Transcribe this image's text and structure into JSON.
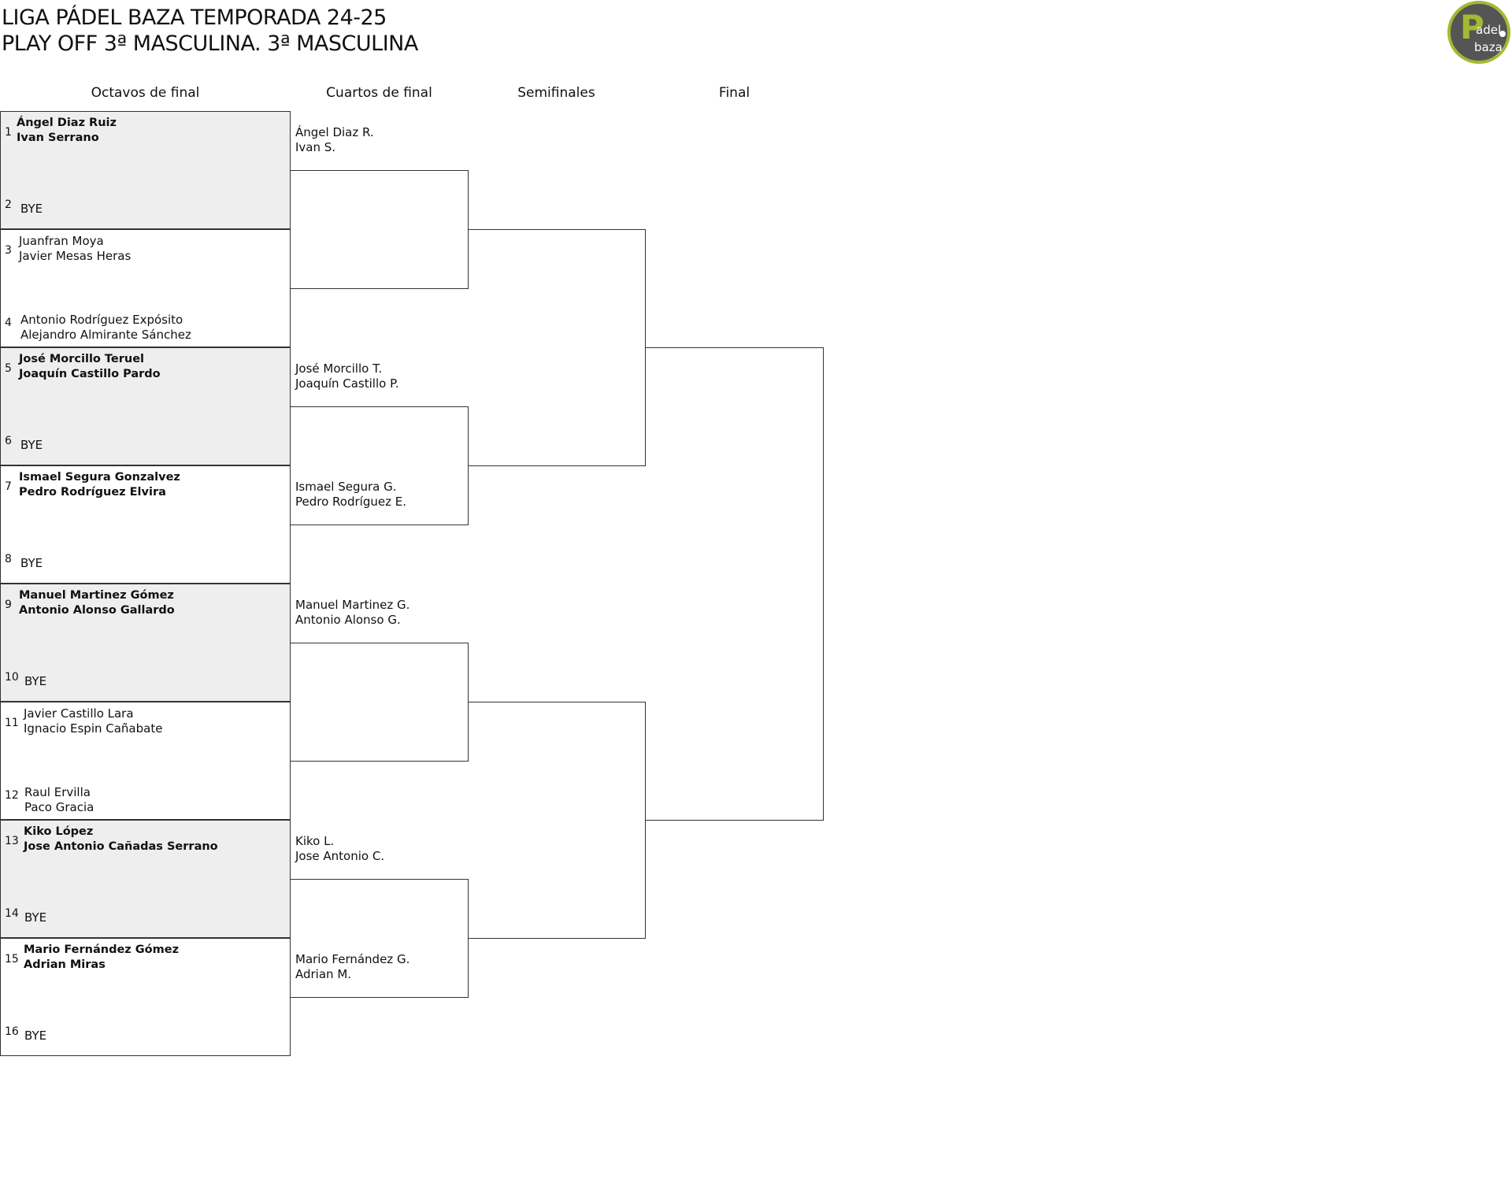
{
  "title": {
    "line1": "LIGA PÁDEL BAZA TEMPORADA 24-25",
    "line2": "PLAY OFF 3ª MASCULINA. 3ª MASCULINA"
  },
  "logo": {
    "text": "Padel baza",
    "colors": {
      "ring": "#a5b832",
      "fill": "#555555"
    }
  },
  "rounds": {
    "r16": "Octavos de final",
    "qf": "Cuartos de final",
    "sf": "Semifinales",
    "final": "Final"
  },
  "r16": [
    {
      "top_seed": "1",
      "top": [
        "Ángel Diaz Ruiz",
        "Ivan Serrano"
      ],
      "bottom_seed": "2",
      "bottom": [
        "BYE"
      ],
      "shaded": true,
      "bold": true
    },
    {
      "top_seed": "3",
      "top": [
        "Juanfran Moya",
        "Javier Mesas Heras"
      ],
      "bottom_seed": "4",
      "bottom": [
        "Antonio Rodríguez Expósito",
        "Alejandro Almirante Sánchez"
      ],
      "shaded": false,
      "bold": false
    },
    {
      "top_seed": "5",
      "top": [
        "José Morcillo Teruel",
        "Joaquín Castillo Pardo"
      ],
      "bottom_seed": "6",
      "bottom": [
        "BYE"
      ],
      "shaded": true,
      "bold": true
    },
    {
      "top_seed": "7",
      "top": [
        "Ismael Segura Gonzalvez",
        "Pedro Rodríguez Elvira"
      ],
      "bottom_seed": "8",
      "bottom": [
        "BYE"
      ],
      "shaded": false,
      "bold": true
    },
    {
      "top_seed": "9",
      "top": [
        "Manuel Martinez Gómez",
        "Antonio Alonso Gallardo"
      ],
      "bottom_seed": "10",
      "bottom": [
        "BYE"
      ],
      "shaded": true,
      "bold": true
    },
    {
      "top_seed": "11",
      "top": [
        "Javier Castillo Lara",
        "Ignacio Espin Cañabate"
      ],
      "bottom_seed": "12",
      "bottom": [
        "Raul Ervilla",
        "Paco Gracia"
      ],
      "shaded": false,
      "bold": false
    },
    {
      "top_seed": "13",
      "top": [
        "Kiko López",
        "Jose Antonio Cañadas Serrano"
      ],
      "bottom_seed": "14",
      "bottom": [
        "BYE"
      ],
      "shaded": true,
      "bold": true
    },
    {
      "top_seed": "15",
      "top": [
        "Mario Fernández Gómez",
        "Adrian Miras"
      ],
      "bottom_seed": "16",
      "bottom": [
        "BYE"
      ],
      "shaded": false,
      "bold": true
    }
  ],
  "qf": [
    [
      "Ángel Diaz R.",
      "Ivan S."
    ],
    [],
    [
      "José Morcillo T.",
      "Joaquín Castillo P."
    ],
    [
      "Ismael Segura G.",
      "Pedro Rodríguez E."
    ],
    [
      "Manuel Martinez G.",
      "Antonio Alonso G."
    ],
    [],
    [
      "Kiko L.",
      "Jose Antonio C."
    ],
    [
      "Mario Fernández G.",
      "Adrian M."
    ]
  ]
}
